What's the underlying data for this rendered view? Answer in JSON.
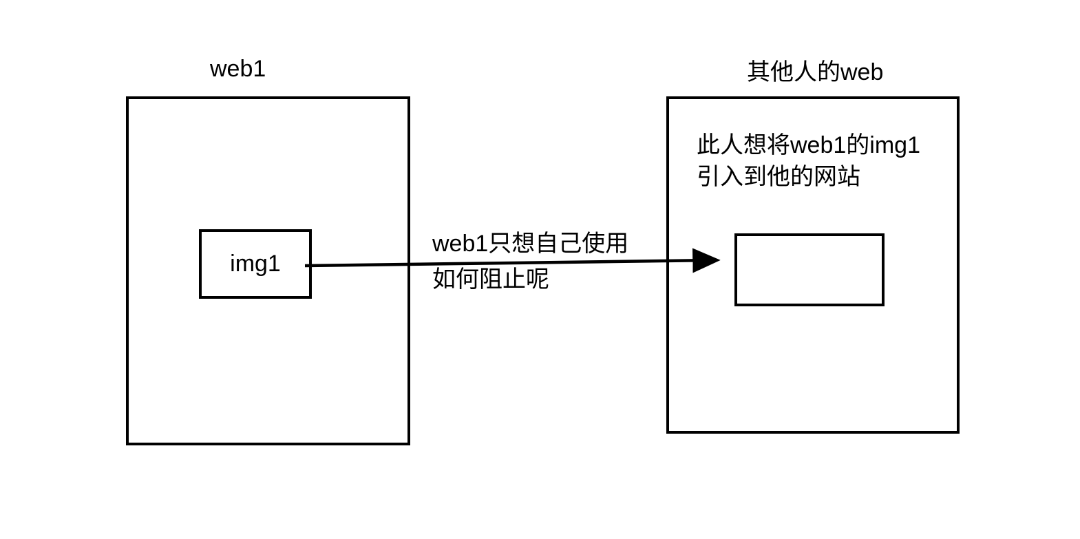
{
  "canvas": {
    "background": "#ffffff",
    "line_color": "#000000"
  },
  "web1_panel": {
    "title": "web1",
    "img_box_label": "img1"
  },
  "other_panel": {
    "title": "其他人的web",
    "note_line1": "此人想将web1的img1",
    "note_line2": "引入到他的网站"
  },
  "arrow": {
    "label_line1": "web1只想自己使用",
    "label_line2": "如何阻止呢"
  }
}
